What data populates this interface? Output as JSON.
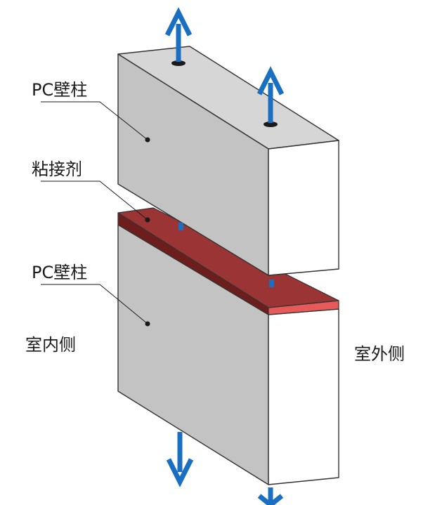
{
  "labels": {
    "upper_column": "PC壁柱",
    "adhesive": "粘接剂",
    "lower_column": "PC壁柱",
    "indoor_side": "室内侧",
    "outdoor_side": "室外侧"
  },
  "colors": {
    "block_front": "#c3c3c3",
    "block_top": "#d6d6d6",
    "block_side": "#ffffff",
    "edge": "#333333",
    "adhesive_top": "#9b3434",
    "adhesive_side": "#e85a5a",
    "arrow": "#1b6fc0"
  },
  "icons": {
    "arrow_up": "arrow-up-icon",
    "arrow_down": "arrow-down-icon"
  }
}
